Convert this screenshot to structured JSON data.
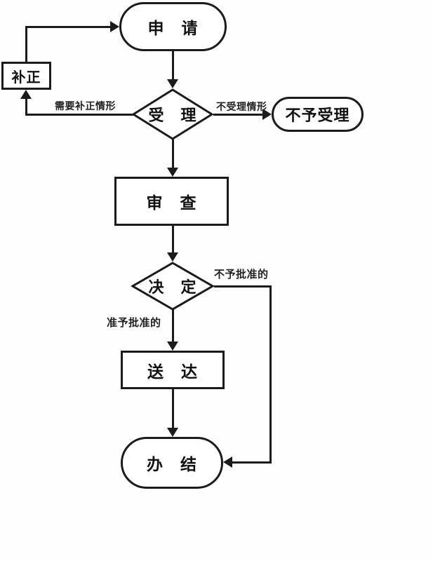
{
  "flowchart": {
    "background_color": "#ffffff",
    "stroke_color": "#1b1b1b",
    "text_color": "#111111",
    "nodes": {
      "apply": {
        "label": "申　请",
        "shape": "terminator"
      },
      "correction": {
        "label": "补正",
        "shape": "process"
      },
      "accept": {
        "label": "受　理",
        "shape": "decision"
      },
      "not_accepted": {
        "label": "不予受理",
        "shape": "terminator"
      },
      "review": {
        "label": "审　查",
        "shape": "process"
      },
      "decision": {
        "label": "决　定",
        "shape": "decision"
      },
      "delivery": {
        "label": "送　达",
        "shape": "process"
      },
      "complete": {
        "label": "办　结",
        "shape": "terminator"
      }
    },
    "edge_labels": {
      "need_correction": "需要补正情形",
      "not_accept_case": "不受理情形",
      "not_approved": "不予批准的",
      "approved": "准予批准的"
    }
  }
}
